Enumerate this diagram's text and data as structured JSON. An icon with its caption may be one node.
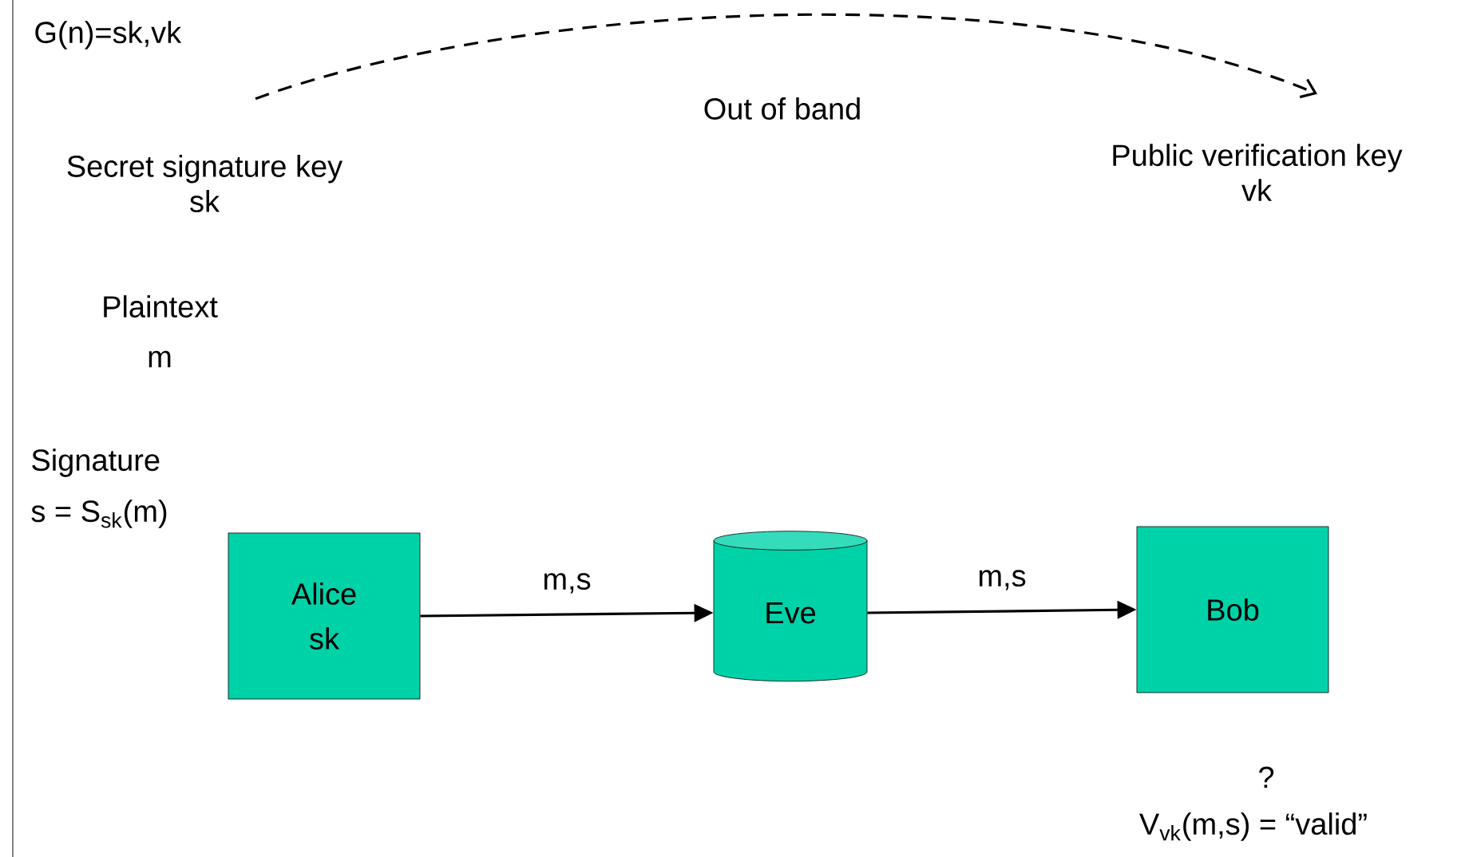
{
  "diagram": {
    "nodes": [
      {
        "text": [
          "Secret signature key",
          "sk"
        ]
      },
      {
        "text": [
          "Public verification key",
          "vk"
        ]
      },
      {
        "text": [
          "Alice",
          "sk"
        ]
      },
      {
        "text": [
          "Eve"
        ]
      },
      {
        "text": [
          "Bob"
        ]
      }
    ],
    "edges": [
      {
        "from": 0,
        "to": 1,
        "arrow": "to",
        "style": "dashed",
        "label": "Out of band"
      },
      {
        "from": 2,
        "to": 3,
        "arrow": "to",
        "label": "m,s"
      },
      {
        "from": 3,
        "to": 4,
        "arrow": "to",
        "label": "m,s"
      }
    ],
    "labels": [
      "G(n)=sk,vk",
      "Plaintext",
      "m",
      "Signature",
      "s = S$_{sk}$(m)",
      "?",
      "V$_{vk}$(m,s) = “valid”"
    ]
  }
}
